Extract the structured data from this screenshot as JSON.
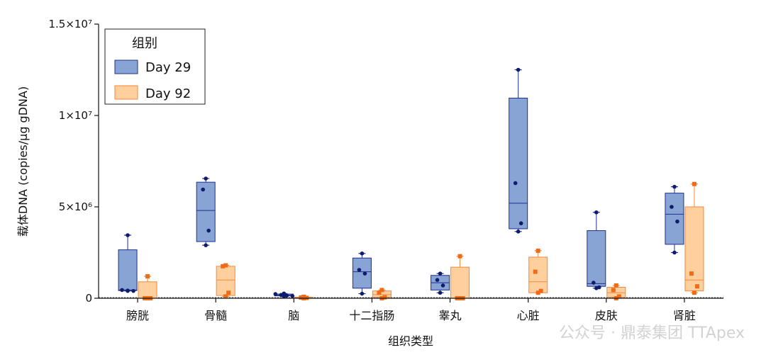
{
  "chart_data": {
    "type": "box",
    "xlabel": "组织类型",
    "ylabel": "载体DNA (copies/μg gDNA)",
    "ylim": [
      0,
      15000000
    ],
    "y_ticks": [
      0,
      5000000,
      10000000,
      15000000
    ],
    "y_tick_labels": [
      "0",
      "5×10⁶",
      "1×10⁷",
      "1.5×10⁷"
    ],
    "categories": [
      "膀胱",
      "骨髓",
      "脑",
      "十二指肠",
      "睾丸",
      "心脏",
      "皮肤",
      "肾脏"
    ],
    "legend": {
      "title": "组别",
      "placement": "top-left"
    },
    "series": [
      {
        "name": "Day 29",
        "fill": "#88A4D4",
        "stroke": "#1F2F8F",
        "point_color": "#0F1C6B",
        "boxes": [
          {
            "min": 400000,
            "q1": 420000,
            "median": 450000,
            "q3": 2650000,
            "max": 3450000,
            "points": [
              450000,
              420000,
              400000
            ]
          },
          {
            "min": 2900000,
            "q1": 3100000,
            "median": 4800000,
            "q3": 6350000,
            "max": 6550000,
            "points": [
              5950000,
              3700000
            ]
          },
          {
            "min": 100000,
            "q1": 130000,
            "median": 170000,
            "q3": 230000,
            "max": 260000,
            "points": [
              230000,
              180000,
              140000,
              120000
            ]
          },
          {
            "min": 250000,
            "q1": 550000,
            "median": 1450000,
            "q3": 2200000,
            "max": 2450000,
            "points": [
              1550000,
              1350000
            ]
          },
          {
            "min": 300000,
            "q1": 450000,
            "median": 850000,
            "q3": 1250000,
            "max": 1350000,
            "points": [
              1000000,
              700000
            ]
          },
          {
            "min": 3650000,
            "q1": 3800000,
            "median": 5200000,
            "q3": 10950000,
            "max": 12500000,
            "points": [
              6300000,
              4100000
            ]
          },
          {
            "min": 550000,
            "q1": 650000,
            "median": 800000,
            "q3": 3700000,
            "max": 4700000,
            "points": [
              850000,
              600000
            ]
          },
          {
            "min": 2500000,
            "q1": 2950000,
            "median": 4600000,
            "q3": 5750000,
            "max": 6100000,
            "points": [
              5000000,
              4200000
            ]
          }
        ]
      },
      {
        "name": "Day 92",
        "fill": "#FFCF9E",
        "stroke": "#F08A3C",
        "point_color": "#EE6B1A",
        "boxes": [
          {
            "min": 0,
            "q1": 0,
            "median": 0,
            "q3": 900000,
            "max": 1200000,
            "points": [
              0,
              0
            ]
          },
          {
            "min": 100000,
            "q1": 150000,
            "median": 1000000,
            "q3": 1750000,
            "max": 1800000,
            "points": [
              1750000,
              300000
            ]
          },
          {
            "min": 0,
            "q1": 0,
            "median": 20000,
            "q3": 60000,
            "max": 80000,
            "points": [
              40000,
              20000
            ]
          },
          {
            "min": 0,
            "q1": 50000,
            "median": 200000,
            "q3": 400000,
            "max": 450000,
            "points": [
              300000,
              50000
            ]
          },
          {
            "min": 0,
            "q1": 0,
            "median": 0,
            "q3": 1700000,
            "max": 2300000,
            "points": [
              0,
              0
            ]
          },
          {
            "min": 300000,
            "q1": 300000,
            "median": 900000,
            "q3": 2250000,
            "max": 2600000,
            "points": [
              1450000,
              400000
            ]
          },
          {
            "min": 0,
            "q1": 50000,
            "median": 300000,
            "q3": 600000,
            "max": 700000,
            "points": [
              450000,
              100000
            ]
          },
          {
            "min": 300000,
            "q1": 400000,
            "median": 1000000,
            "q3": 5000000,
            "max": 6250000,
            "points": [
              1350000,
              650000
            ]
          }
        ]
      }
    ]
  },
  "watermark": "公众号 · 鼎泰集团 TTApex"
}
